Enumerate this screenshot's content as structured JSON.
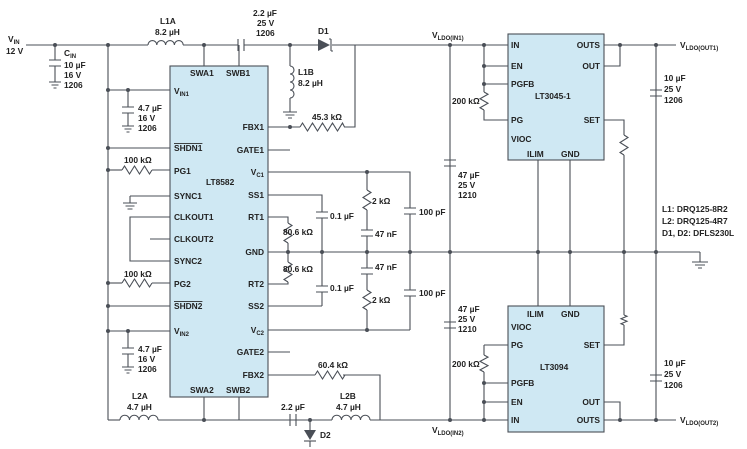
{
  "input": {
    "vin": "V",
    "vin_sub": "IN",
    "vin_value": "12 V"
  },
  "cin": {
    "name": "C",
    "name_sub": "IN",
    "value": "10 µF",
    "voltage": "16 V",
    "pkg": "1206"
  },
  "l1a": {
    "name": "L1A",
    "value": "8.2 µH"
  },
  "l1b": {
    "name": "L1B",
    "value": "8.2 µH"
  },
  "l2a": {
    "name": "L2A",
    "value": "4.7 µH"
  },
  "l2b": {
    "name": "L2B",
    "value": "4.7 µH"
  },
  "c_fly1": {
    "value": "2.2 µF",
    "voltage": "25 V",
    "pkg": "1206"
  },
  "c_fly2": {
    "value": "2.2 µF"
  },
  "d1": {
    "name": "D1"
  },
  "d2": {
    "name": "D2"
  },
  "c_vin1": {
    "value": "4.7 µF",
    "voltage": "16 V",
    "pkg": "1206"
  },
  "c_vin2": {
    "value": "4.7 µF",
    "voltage": "16 V",
    "pkg": "1206"
  },
  "r_pg1": {
    "value": "100 kΩ"
  },
  "r_pg2": {
    "value": "100 kΩ"
  },
  "r_fbx1": {
    "value": "45.3 kΩ"
  },
  "r_fbx2": {
    "value": "60.4 kΩ"
  },
  "r_rt1": {
    "value": "80.6 kΩ"
  },
  "r_rt2": {
    "value": "80.6 kΩ"
  },
  "c_ss1": {
    "value": "0.1 µF"
  },
  "c_ss2": {
    "value": "0.1 µF"
  },
  "r_vc1": {
    "value": "2 kΩ"
  },
  "r_vc2": {
    "value": "2 kΩ"
  },
  "c_vc1": {
    "value": "47 nF"
  },
  "c_vc2": {
    "value": "47 nF"
  },
  "c_100p1": {
    "value": "100 pF"
  },
  "c_100p2": {
    "value": "100 pF"
  },
  "c_ldo_in1": {
    "value": "47 µF",
    "voltage": "25 V",
    "pkg": "1210"
  },
  "c_ldo_in2": {
    "value": "47 µF",
    "voltage": "25 V",
    "pkg": "1210"
  },
  "c_out1": {
    "value": "10 µF",
    "voltage": "25 V",
    "pkg": "1206"
  },
  "c_out2": {
    "value": "10 µF",
    "voltage": "25 V",
    "pkg": "1206"
  },
  "r_pgfb1": {
    "value": "200 kΩ"
  },
  "r_pg_ldo2": {
    "value": "200 kΩ"
  },
  "nets": {
    "vldo_in1": "V",
    "vldo_in1_sub": "LDO(IN1)",
    "vldo_in2": "V",
    "vldo_in2_sub": "LDO(IN2)",
    "vldo_out1": "V",
    "vldo_out1_sub": "LDO(OUT1)",
    "vldo_out2": "V",
    "vldo_out2_sub": "LDO(OUT2)"
  },
  "lt8582": {
    "name": "LT8582",
    "pins": {
      "swa1": "SWA1",
      "swb1": "SWB1",
      "vin1": "V",
      "vin1_sub": "IN1",
      "shdn1": "SHDN1",
      "pg1": "PG1",
      "sync1": "SYNC1",
      "clkout1": "CLKOUT1",
      "clkout2": "CLKOUT2",
      "sync2": "SYNC2",
      "pg2": "PG2",
      "shdn2": "SHDN2",
      "vin2": "V",
      "vin2_sub": "IN2",
      "swa2": "SWA2",
      "swb2": "SWB2",
      "fbx1": "FBX1",
      "gate1": "GATE1",
      "vc1": "V",
      "vc1_sub": "C1",
      "ss1": "SS1",
      "rt1": "RT1",
      "gnd": "GND",
      "rt2": "RT2",
      "ss2": "SS2",
      "vc2": "V",
      "vc2_sub": "C2",
      "gate2": "GATE2",
      "fbx2": "FBX2"
    }
  },
  "lt3045": {
    "name": "LT3045-1",
    "pins": {
      "in": "IN",
      "en": "EN",
      "pgfb": "PGFB",
      "pg": "PG",
      "vioc": "VIOC",
      "outs": "OUTS",
      "out": "OUT",
      "set": "SET",
      "ilim": "ILIM",
      "gnd": "GND"
    }
  },
  "lt3094": {
    "name": "LT3094",
    "pins": {
      "ilim": "ILIM",
      "gnd": "GND",
      "vioc": "VIOC",
      "pg": "PG",
      "pgfb": "PGFB",
      "en": "EN",
      "in": "IN",
      "set": "SET",
      "out": "OUT",
      "outs": "OUTS"
    }
  },
  "legend": {
    "l1": "L1: DRQ125-8R2",
    "l2": "L2: DRQ125-4R7",
    "d": "D1, D2: DFLS230L"
  }
}
